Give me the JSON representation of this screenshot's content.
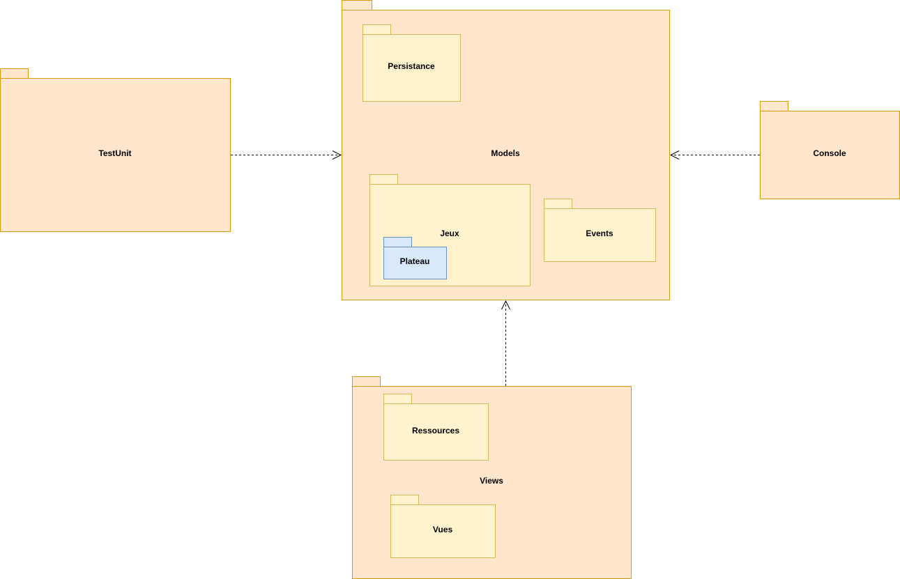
{
  "colors": {
    "outer_fill": "#ffe6cc",
    "outer_stroke": "#d79b00",
    "inner_fill": "#fff2cc",
    "inner_stroke": "#d6b656",
    "blue_fill": "#dae8fc",
    "blue_stroke": "#6c8ebf",
    "arrow": "#000000"
  },
  "packages": {
    "testunit": {
      "label": "TestUnit"
    },
    "models": {
      "label": "Models"
    },
    "persistance": {
      "label": "Persistance"
    },
    "jeux": {
      "label": "Jeux"
    },
    "plateau": {
      "label": "Plateau"
    },
    "events": {
      "label": "Events"
    },
    "console": {
      "label": "Console"
    },
    "views": {
      "label": "Views"
    },
    "ressources": {
      "label": "Ressources"
    },
    "vues": {
      "label": "Vues"
    }
  },
  "dependencies": [
    {
      "from": "testunit",
      "to": "models"
    },
    {
      "from": "console",
      "to": "models"
    },
    {
      "from": "views",
      "to": "models"
    }
  ]
}
